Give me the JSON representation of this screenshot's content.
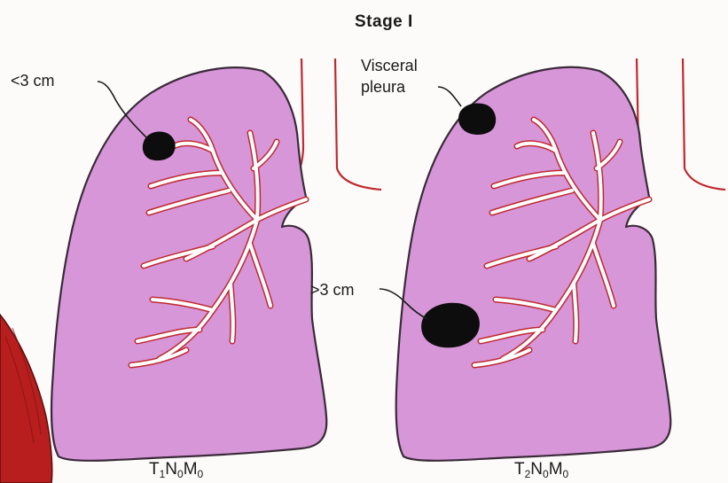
{
  "title": "Stage I",
  "annotations": {
    "small_tumor": "<3 cm",
    "visceral_line1": "Visceral",
    "visceral_line2": "pleura",
    "large_tumor": ">3 cm"
  },
  "stages": {
    "left": {
      "t": "T",
      "t_sub": "1",
      "n": "N",
      "n_sub": "0",
      "m": "M",
      "m_sub": "0"
    },
    "right": {
      "t": "T",
      "t_sub": "2",
      "n": "N",
      "n_sub": "0",
      "m": "M",
      "m_sub": "0"
    }
  },
  "colors": {
    "lung": "#d796d8",
    "vessels": "#c0282f",
    "tumor": "#0d0d0d",
    "background": "#fcfbf9",
    "heart": "#b81e1e"
  }
}
